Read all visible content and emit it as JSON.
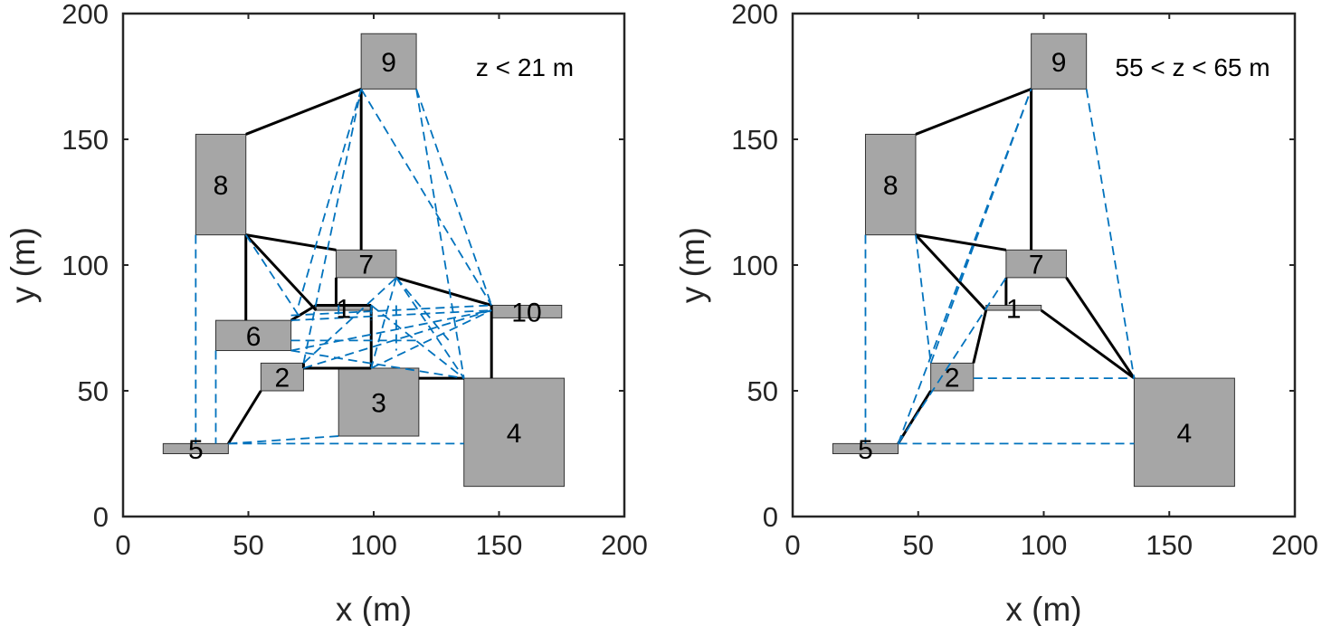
{
  "colors": {
    "building": "#a6a6a6",
    "solid": "#000000",
    "dashed": "#0072bd",
    "axis": "#262626"
  },
  "panels": [
    {
      "title": "z < 21 m",
      "xlabel": "x (m)",
      "ylabel": "y (m)",
      "xlim": [
        0,
        200
      ],
      "ylim": [
        0,
        200
      ],
      "xticks": [
        "0",
        "50",
        "100",
        "150",
        "200"
      ],
      "yticks": [
        "0",
        "50",
        "100",
        "150",
        "200"
      ],
      "buildings": [
        {
          "id": "1",
          "x0": 77,
          "x1": 99,
          "y0": 82,
          "y1": 84
        },
        {
          "id": "2",
          "x0": 55,
          "x1": 72,
          "y0": 50,
          "y1": 61
        },
        {
          "id": "3",
          "x0": 86,
          "x1": 118,
          "y0": 32,
          "y1": 59
        },
        {
          "id": "4",
          "x0": 136,
          "x1": 176,
          "y0": 12,
          "y1": 55
        },
        {
          "id": "5",
          "x0": 16,
          "x1": 42,
          "y0": 25,
          "y1": 29
        },
        {
          "id": "6",
          "x0": 37,
          "x1": 67,
          "y0": 66,
          "y1": 78
        },
        {
          "id": "7",
          "x0": 85,
          "x1": 109,
          "y0": 95,
          "y1": 106
        },
        {
          "id": "8",
          "x0": 29,
          "x1": 49,
          "y0": 112,
          "y1": 152
        },
        {
          "id": "9",
          "x0": 95,
          "x1": 117,
          "y0": 170,
          "y1": 192
        },
        {
          "id": "10",
          "x0": 147,
          "x1": 175,
          "y0": 79,
          "y1": 84
        }
      ],
      "solid_links": [
        [
          [
            49,
            152
          ],
          [
            95,
            170
          ]
        ],
        [
          [
            95,
            170
          ],
          [
            95,
            106
          ]
        ],
        [
          [
            49,
            112
          ],
          [
            49,
            78
          ]
        ],
        [
          [
            49,
            112
          ],
          [
            85,
            106
          ]
        ],
        [
          [
            49,
            112
          ],
          [
            77,
            82
          ]
        ],
        [
          [
            67,
            78
          ],
          [
            77,
            84
          ]
        ],
        [
          [
            77,
            84
          ],
          [
            99,
            84
          ]
        ],
        [
          [
            99,
            84
          ],
          [
            99,
            59
          ]
        ],
        [
          [
            99,
            59
          ],
          [
            72,
            59
          ]
        ],
        [
          [
            72,
            59
          ],
          [
            72,
            61
          ]
        ],
        [
          [
            109,
            95
          ],
          [
            147,
            84
          ]
        ],
        [
          [
            147,
            84
          ],
          [
            147,
            55
          ]
        ],
        [
          [
            118,
            55
          ],
          [
            136,
            55
          ]
        ],
        [
          [
            42,
            29
          ],
          [
            55,
            50
          ]
        ],
        [
          [
            85,
            95
          ],
          [
            85,
            84
          ]
        ]
      ],
      "dashed_links": [
        [
          [
            29,
            112
          ],
          [
            29,
            29
          ]
        ],
        [
          [
            37,
            66
          ],
          [
            37,
            29
          ]
        ],
        [
          [
            42,
            29
          ],
          [
            86,
            32
          ]
        ],
        [
          [
            42,
            29
          ],
          [
            136,
            29
          ]
        ],
        [
          [
            49,
            112
          ],
          [
            70,
            80
          ]
        ],
        [
          [
            72,
            61
          ],
          [
            95,
            170
          ]
        ],
        [
          [
            72,
            59
          ],
          [
            147,
            82
          ]
        ],
        [
          [
            67,
            66
          ],
          [
            147,
            82
          ]
        ],
        [
          [
            67,
            78
          ],
          [
            147,
            82
          ]
        ],
        [
          [
            67,
            80
          ],
          [
            147,
            84
          ]
        ],
        [
          [
            72,
            61
          ],
          [
            109,
            95
          ]
        ],
        [
          [
            67,
            66
          ],
          [
            136,
            55
          ]
        ],
        [
          [
            117,
            170
          ],
          [
            147,
            84
          ]
        ],
        [
          [
            95,
            170
          ],
          [
            147,
            84
          ]
        ],
        [
          [
            70,
            84
          ],
          [
            95,
            170
          ]
        ],
        [
          [
            117,
            170
          ],
          [
            136,
            55
          ]
        ],
        [
          [
            109,
            95
          ],
          [
            136,
            55
          ]
        ],
        [
          [
            109,
            95
          ],
          [
            99,
            59
          ]
        ],
        [
          [
            99,
            59
          ],
          [
            147,
            82
          ]
        ],
        [
          [
            99,
            84
          ],
          [
            136,
            55
          ]
        ],
        [
          [
            99,
            84
          ],
          [
            99,
            78
          ]
        ],
        [
          [
            109,
            84
          ],
          [
            109,
            66
          ]
        ],
        [
          [
            86,
            84
          ],
          [
            86,
            80
          ]
        ],
        [
          [
            67,
            70
          ],
          [
            118,
            70
          ]
        ],
        [
          [
            109,
            95
          ],
          [
            130,
            70
          ]
        ]
      ]
    },
    {
      "title": "55 < z < 65 m",
      "xlabel": "x (m)",
      "ylabel": "y (m)",
      "xlim": [
        0,
        200
      ],
      "ylim": [
        0,
        200
      ],
      "xticks": [
        "0",
        "50",
        "100",
        "150",
        "200"
      ],
      "yticks": [
        "0",
        "50",
        "100",
        "150",
        "200"
      ],
      "buildings": [
        {
          "id": "1",
          "x0": 77,
          "x1": 99,
          "y0": 82,
          "y1": 84
        },
        {
          "id": "2",
          "x0": 55,
          "x1": 72,
          "y0": 50,
          "y1": 61
        },
        {
          "id": "4",
          "x0": 136,
          "x1": 176,
          "y0": 12,
          "y1": 55
        },
        {
          "id": "5",
          "x0": 16,
          "x1": 42,
          "y0": 25,
          "y1": 29
        },
        {
          "id": "7",
          "x0": 85,
          "x1": 109,
          "y0": 95,
          "y1": 106
        },
        {
          "id": "8",
          "x0": 29,
          "x1": 49,
          "y0": 112,
          "y1": 152
        },
        {
          "id": "9",
          "x0": 95,
          "x1": 117,
          "y0": 170,
          "y1": 192
        }
      ],
      "solid_links": [
        [
          [
            49,
            152
          ],
          [
            95,
            170
          ]
        ],
        [
          [
            95,
            170
          ],
          [
            95,
            106
          ]
        ],
        [
          [
            49,
            112
          ],
          [
            85,
            106
          ]
        ],
        [
          [
            49,
            112
          ],
          [
            77,
            82
          ]
        ],
        [
          [
            77,
            82
          ],
          [
            72,
            61
          ]
        ],
        [
          [
            42,
            29
          ],
          [
            55,
            50
          ]
        ],
        [
          [
            99,
            82
          ],
          [
            136,
            55
          ]
        ],
        [
          [
            109,
            95
          ],
          [
            136,
            55
          ]
        ],
        [
          [
            85,
            95
          ],
          [
            85,
            84
          ]
        ]
      ],
      "dashed_links": [
        [
          [
            29,
            112
          ],
          [
            29,
            29
          ]
        ],
        [
          [
            42,
            29
          ],
          [
            136,
            29
          ]
        ],
        [
          [
            72,
            55
          ],
          [
            136,
            55
          ]
        ],
        [
          [
            49,
            112
          ],
          [
            55,
            61
          ]
        ],
        [
          [
            42,
            29
          ],
          [
            95,
            170
          ]
        ],
        [
          [
            55,
            61
          ],
          [
            95,
            170
          ]
        ],
        [
          [
            117,
            170
          ],
          [
            136,
            55
          ]
        ],
        [
          [
            42,
            29
          ],
          [
            85,
            95
          ]
        ]
      ]
    }
  ]
}
